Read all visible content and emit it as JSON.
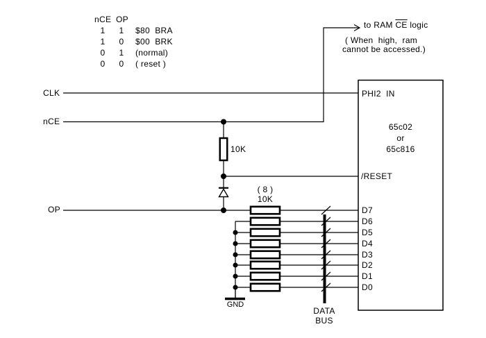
{
  "truth_table": {
    "header": {
      "col1": "nCE",
      "col2": "OP"
    },
    "rows": [
      {
        "nce": "1",
        "op": "1",
        "desc": "$80  BRA"
      },
      {
        "nce": "1",
        "op": "0",
        "desc": "$00  BRK"
      },
      {
        "nce": "0",
        "op": "1",
        "desc": "(normal)"
      },
      {
        "nce": "0",
        "op": "0",
        "desc": "( reset )"
      }
    ]
  },
  "annotations": {
    "ram_ce_prefix": "to RAM ",
    "ram_ce_overline": "CE",
    "ram_ce_suffix": " logic",
    "ram_note_line1": "( When  high,  ram",
    "ram_note_line2": "cannot be accessed.)"
  },
  "signals": {
    "clk": "CLK",
    "nce": "nCE",
    "op": "OP"
  },
  "components": {
    "pullup_value": "10K",
    "array_count": "( 8 )",
    "array_value": "10K",
    "ground_label": "GND",
    "bus_label_line1": "DATA",
    "bus_label_line2": "BUS"
  },
  "chip": {
    "pin_phi2": "PHI2  IN",
    "name_line1": "65c02",
    "name_line2": "or",
    "name_line3": "65c816",
    "pin_reset": "/RESET",
    "data_pins": [
      "D7",
      "D6",
      "D5",
      "D4",
      "D3",
      "D2",
      "D1",
      "D0"
    ]
  },
  "colors": {
    "ink": "#000000",
    "background": "#ffffff"
  }
}
